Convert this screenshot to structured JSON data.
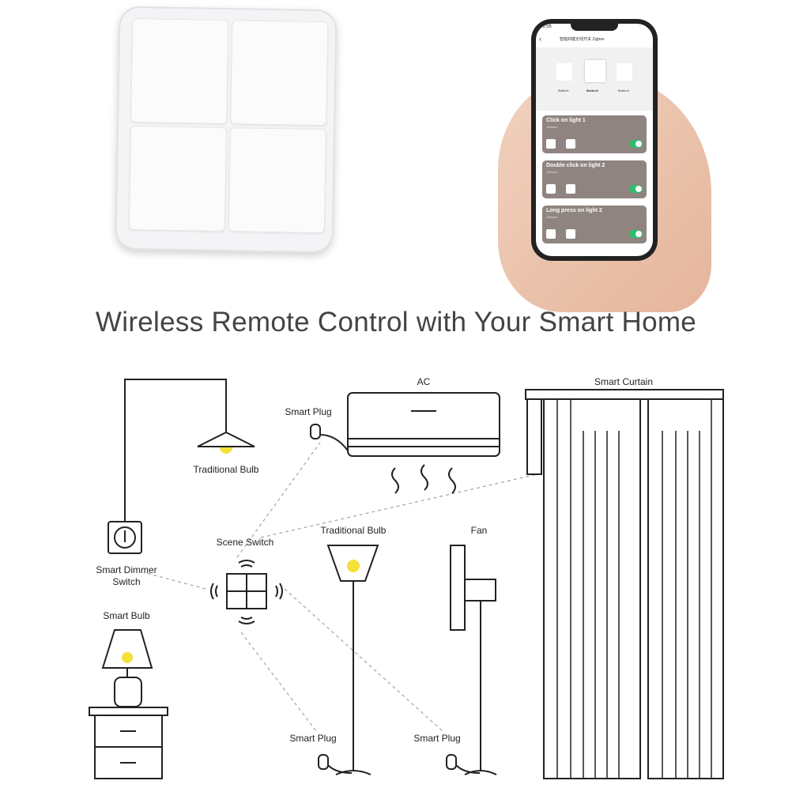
{
  "phone_app": {
    "time": "6:56",
    "header": "智能四键无线开关 Zigbee",
    "buttons": [
      "Button1",
      "Button2",
      "Button3"
    ],
    "cards": [
      {
        "title": "Click on light 1",
        "sub": "1Device"
      },
      {
        "title": "Double click on light 2",
        "sub": "1Device"
      },
      {
        "title": "Long press on light 2",
        "sub": "1Device"
      }
    ],
    "toggle_color": "#2ebd6b"
  },
  "headline": "Wireless Remote Control with Your Smart Home",
  "diagram": {
    "traditional_bulb_top": "Traditional Bulb",
    "smart_dimmer_1": "Smart Dimmer",
    "smart_dimmer_2": "Switch",
    "smart_bulb": "Smart Bulb",
    "scene_switch": "Scene Switch",
    "ac": "AC",
    "smart_plug_ac": "Smart Plug",
    "traditional_bulb_floor": "Traditional Bulb",
    "fan": "Fan",
    "smart_plug_left": "Smart Plug",
    "smart_plug_right": "Smart Plug",
    "smart_curtain": "Smart Curtain",
    "bulb_color": "#f5e03a"
  }
}
